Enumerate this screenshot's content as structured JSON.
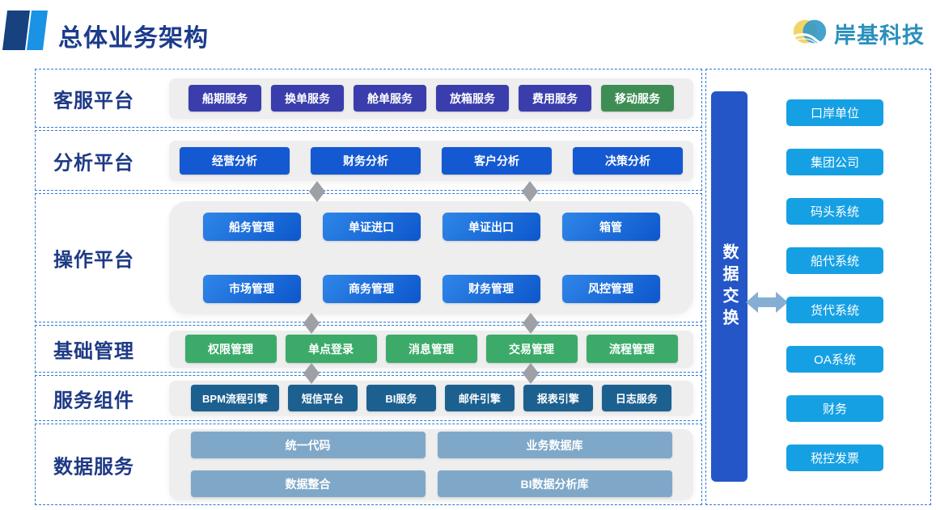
{
  "header": {
    "title": "总体业务架构",
    "logo_text": "岸基科技"
  },
  "platform_rows": [
    {
      "label": "客服平台",
      "buttons": [
        "船期服务",
        "换单服务",
        "舱单服务",
        "放箱服务",
        "费用服务",
        "移动服务"
      ]
    },
    {
      "label": "分析平台",
      "buttons": [
        "经营分析",
        "财务分析",
        "客户分析",
        "决策分析"
      ]
    },
    {
      "label": "操作平台",
      "buttons": [
        "船务管理",
        "单证进口",
        "单证出口",
        "箱管",
        "市场管理",
        "商务管理",
        "财务管理",
        "风控管理"
      ]
    },
    {
      "label": "基础管理",
      "buttons": [
        "权限管理",
        "单点登录",
        "消息管理",
        "交易管理",
        "流程管理"
      ]
    },
    {
      "label": "服务组件",
      "buttons": [
        "BPM流程引擎",
        "短信平台",
        "BI服务",
        "邮件引擎",
        "报表引擎",
        "日志服务"
      ]
    },
    {
      "label": "数据服务",
      "buttons": [
        "统一代码",
        "业务数据库",
        "数据整合",
        "BI数据分析库"
      ]
    }
  ],
  "data_exchange": {
    "label": "数据交换"
  },
  "external_systems": [
    "口岸单位",
    "集团公司",
    "码头系统",
    "船代系统",
    "货代系统",
    "OA系统",
    "财务",
    "税控发票"
  ],
  "colors": {
    "title_text": "#1c3c8c",
    "row_label_text": "#1e3a85",
    "dashed_border": "#2e7ad6",
    "customer_service_button": "#3a3dac",
    "mobile_service_button": "#3e8d55",
    "analysis_button": "#1459d1",
    "operation_button_gradient": [
      "#2f86e8",
      "#0d57cc"
    ],
    "foundation_button": "#3cab69",
    "service_component_button": "#1c6090",
    "data_service_button": "#7fa8c8",
    "exchange_bar": "#2456c8",
    "external_system_button": "#16a0e4",
    "connector_diamond": "#9ea0a5",
    "exchange_arrow": "#86aed2",
    "logo_text": "#2b90bd"
  }
}
